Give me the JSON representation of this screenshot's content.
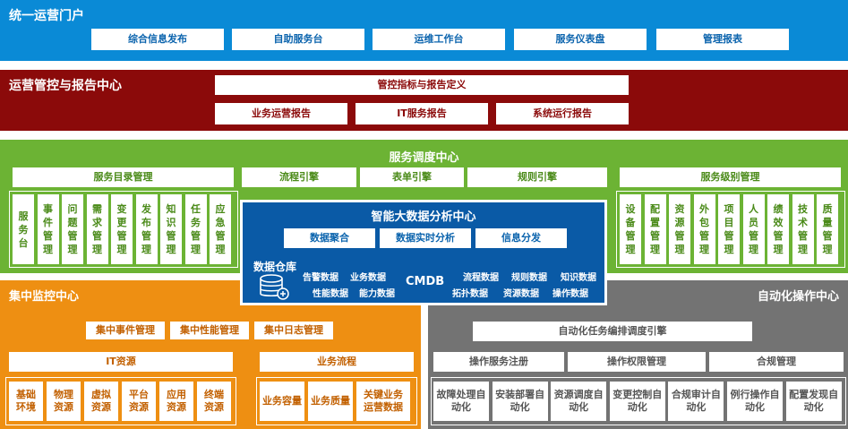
{
  "portal": {
    "title": "统一运营门户",
    "items": [
      "综合信息发布",
      "自助服务台",
      "运维工作台",
      "服务仪表盘",
      "管理报表"
    ],
    "color": "#0a8ad6"
  },
  "report_center": {
    "title": "运营管控与报告中心",
    "top_item": "管控指标与报告定义",
    "items": [
      "业务运营报告",
      "IT服务报告",
      "系统运行报告"
    ],
    "color": "#8b0a0a"
  },
  "service_center": {
    "title": "服务调度中心",
    "catalog_title": "服务目录管理",
    "catalog_items": [
      "服务台",
      "事件管理",
      "问题管理",
      "需求管理",
      "变更管理",
      "发布管理",
      "知识管理",
      "任务管理",
      "应急管理"
    ],
    "engines": [
      "流程引擎",
      "表单引擎",
      "规则引擎"
    ],
    "sla_title": "服务级别管理",
    "sla_items": [
      "设备管理",
      "配置管理",
      "资源管理",
      "外包管理",
      "项目管理",
      "人员管理",
      "绩效管理",
      "技术管理",
      "质量管理"
    ],
    "color": "#6cb334"
  },
  "bigdata_center": {
    "title": "智能大数据分析中心",
    "functions": [
      "数据聚合",
      "数据实时分析",
      "信息分发"
    ],
    "warehouse_label": "数据仓库",
    "warehouse_icon": "database-icon",
    "cmdb": "CMDB",
    "left_data": [
      "告警数据",
      "业务数据",
      "性能数据",
      "能力数据"
    ],
    "right_data": [
      "流程数据",
      "规则数据",
      "知识数据",
      "拓扑数据",
      "资源数据",
      "操作数据"
    ],
    "color": "#0a5aa6"
  },
  "monitor_center": {
    "title": "集中监控中心",
    "mgmt_items": [
      "集中事件管理",
      "集中性能管理",
      "集中日志管理"
    ],
    "it_title": "IT资源",
    "it_items": [
      "基础环境",
      "物理资源",
      "虚拟资源",
      "平台资源",
      "应用资源",
      "终端资源"
    ],
    "biz_title": "业务流程",
    "biz_items": [
      "业务容量",
      "业务质量",
      "关键业务运营数据"
    ],
    "color": "#ee8f12"
  },
  "automation_center": {
    "title": "自动化操作中心",
    "engine": "自动化任务编排调度引擎",
    "mgmt_items": [
      "操作服务注册",
      "操作权限管理",
      "合规管理"
    ],
    "items": [
      "故障处理自动化",
      "安装部署自动化",
      "资源调度自动化",
      "变更控制自动化",
      "合规审计自动化",
      "例行操作自动化",
      "配置发现自动化"
    ],
    "color": "#737373"
  }
}
